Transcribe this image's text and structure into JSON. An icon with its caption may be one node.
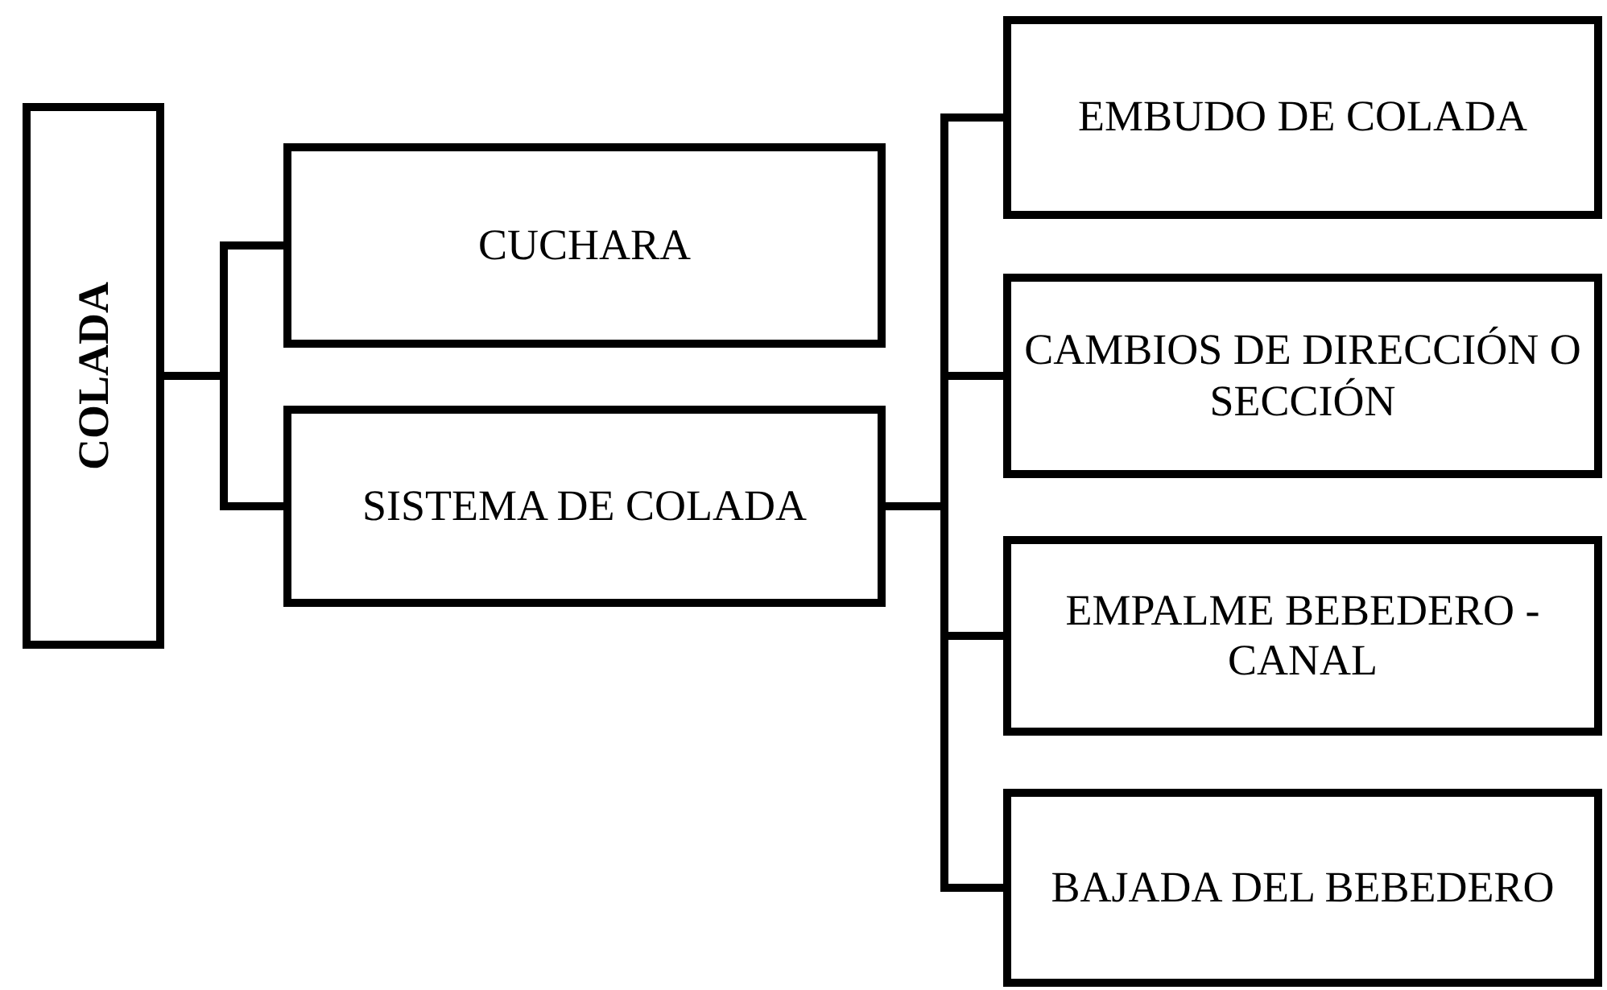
{
  "diagram": {
    "nodes": [
      {
        "text": [
          "COLADA"
        ]
      },
      {
        "text": [
          "CUCHARA"
        ]
      },
      {
        "text": [
          "SISTEMA DE COLADA"
        ]
      },
      {
        "text": [
          "EMBUDO DE COLADA"
        ]
      },
      {
        "text": [
          "CAMBIOS DE DIRECCIÓN O SECCIÓN"
        ]
      },
      {
        "text": [
          "EMPALME BEBEDERO - CANAL"
        ]
      },
      {
        "text": [
          "BAJADA DEL BEBEDERO"
        ]
      }
    ],
    "edges": [
      {
        "from": 0,
        "to": 1,
        "arrow": "none"
      },
      {
        "from": 0,
        "to": 2,
        "arrow": "none"
      },
      {
        "from": 2,
        "to": 3,
        "arrow": "none"
      },
      {
        "from": 2,
        "to": 4,
        "arrow": "none"
      },
      {
        "from": 2,
        "to": 5,
        "arrow": "none"
      },
      {
        "from": 2,
        "to": 6,
        "arrow": "none"
      }
    ]
  }
}
